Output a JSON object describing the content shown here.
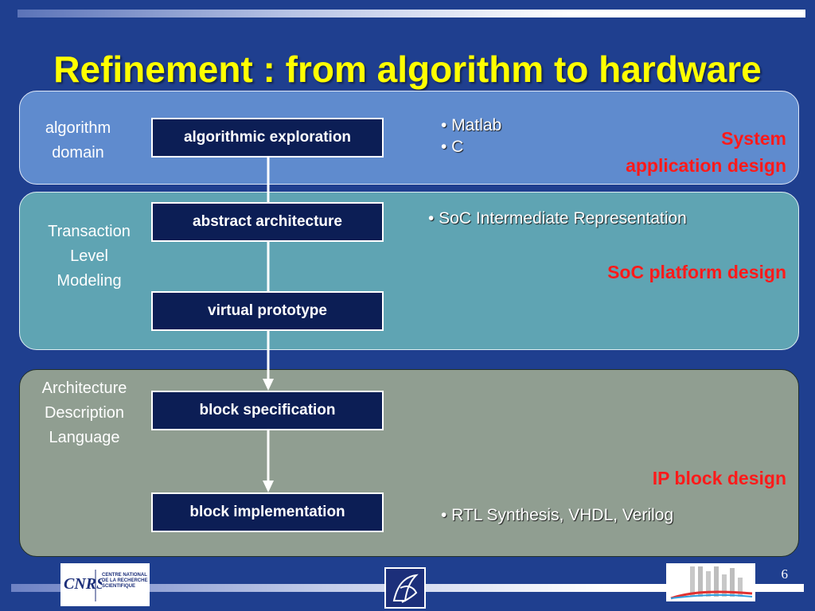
{
  "title": "Refinement : from algorithm to hardware",
  "panels": [
    {
      "domain": "algorithm\ndomain",
      "design": "System\napplication design",
      "bullets": [
        "• Matlab",
        "• C"
      ]
    },
    {
      "domain": "Transaction\nLevel\nModeling",
      "design": "SoC platform design",
      "bullets": [
        "• SoC Intermediate Representation"
      ]
    },
    {
      "domain": "Architecture\nDescription\nLanguage",
      "design": "IP block design",
      "bullets": [
        "• RTL Synthesis, VHDL, Verilog"
      ]
    }
  ],
  "steps": [
    "algorithmic exploration",
    "abstract architecture",
    "virtual prototype",
    "block specification",
    "block implementation"
  ],
  "logos": {
    "cnrs_mark": "CNRS",
    "cnrs_text": "CENTRE NATIONAL\nDE LA RECHERCHE\nSCIENTIFIQUE"
  },
  "page_number": "6",
  "colors": {
    "background": "#1f3f8f",
    "title": "#ffff00",
    "design_label": "#ff1a1a",
    "step_box": "#0c1e55"
  }
}
